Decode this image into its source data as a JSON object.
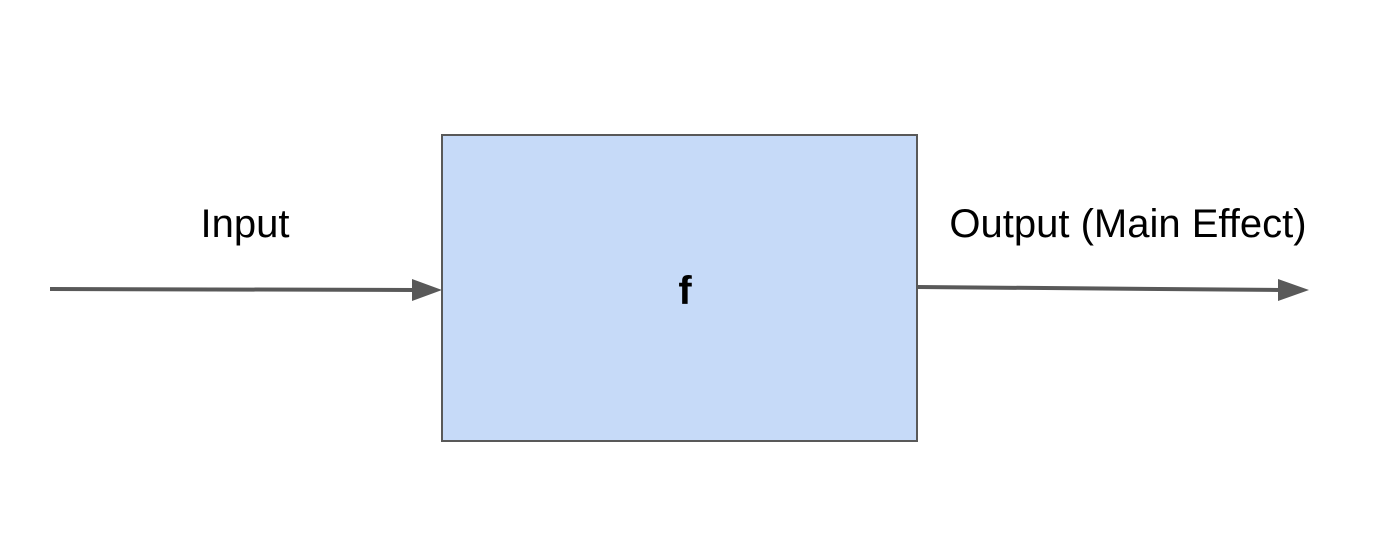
{
  "diagram": {
    "input_label": "Input",
    "function_label": "f",
    "output_label": "Output (Main Effect)"
  },
  "colors": {
    "box_fill": "#c6daf8",
    "box_stroke": "#595959",
    "arrow": "#595959",
    "text": "#000000"
  }
}
